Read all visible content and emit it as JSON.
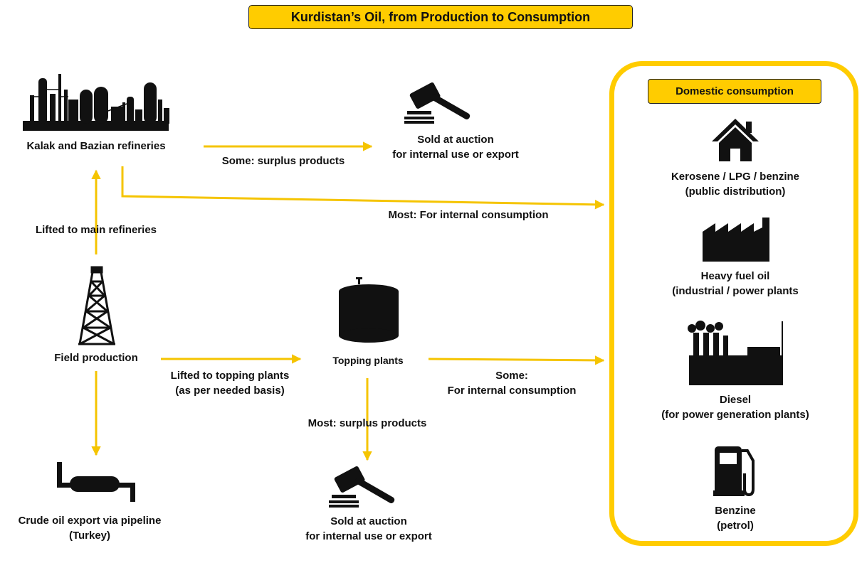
{
  "title": "Kurdistan’s Oil, from Production to Consumption",
  "colors": {
    "accent": "#FFCC00",
    "arrow": "#F5C400",
    "icon": "#111111"
  },
  "nodes": {
    "refineries": "Kalak and Bazian refineries",
    "field": "Field production",
    "topping": "Topping plants",
    "auction_top": [
      "Sold at auction",
      "for internal use or export"
    ],
    "auction_bottom": [
      "Sold at auction",
      "for internal use or export"
    ],
    "pipeline": [
      "Crude oil export via pipeline",
      "(Turkey)"
    ]
  },
  "edges": {
    "lifted_main": "Lifted to main refineries",
    "some_surplus": "Some: surplus products",
    "most_internal": "Most: For internal consumption",
    "lifted_topping": [
      "Lifted to topping plants",
      "(as per needed basis)"
    ],
    "some_internal": [
      "Some:",
      "For internal consumption"
    ],
    "most_surplus": "Most: surplus products"
  },
  "domestic": {
    "title": "Domestic consumption",
    "items": [
      {
        "icon": "house-icon",
        "lines": [
          "Kerosene / LPG / benzine",
          "(public distribution)"
        ]
      },
      {
        "icon": "factory-icon",
        "lines": [
          "Heavy fuel oil",
          "(industrial / power plants"
        ]
      },
      {
        "icon": "power-plant-icon",
        "lines": [
          "Diesel",
          "(for power generation plants)"
        ]
      },
      {
        "icon": "fuel-pump-icon",
        "lines": [
          "Benzine",
          "(petrol)"
        ]
      }
    ]
  }
}
